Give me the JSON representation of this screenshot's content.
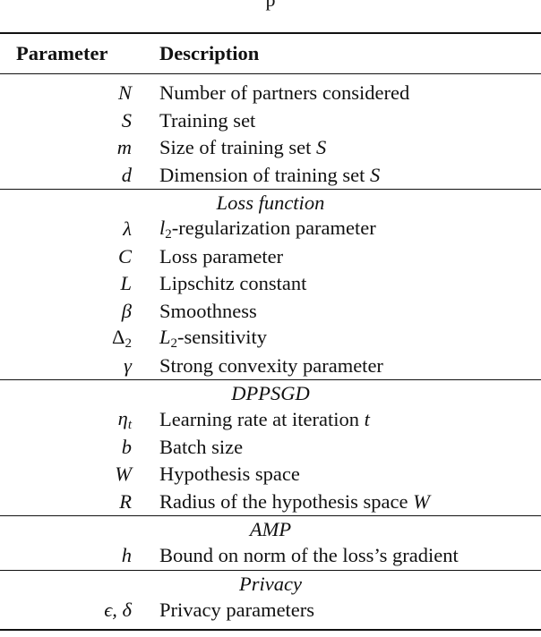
{
  "caption_tail": "p",
  "header": {
    "param_label": "Parameter",
    "desc_label": "Description"
  },
  "general": [
    {
      "symbol": "N",
      "description": "Number of partners considered"
    },
    {
      "symbol": "S",
      "description": "Training set"
    },
    {
      "symbol": "m",
      "description": "Size of training set ",
      "desc_math": "S"
    },
    {
      "symbol": "d",
      "description": "Dimension of training set ",
      "desc_math": "S"
    }
  ],
  "loss": {
    "title": "Loss function",
    "rows": [
      {
        "symbol": "λ",
        "description_pre": "l",
        "description_sub": "2",
        "description": "-regularization parameter"
      },
      {
        "symbol": "C",
        "description": "Loss parameter"
      },
      {
        "symbol": "L",
        "description": "Lipschitz constant"
      },
      {
        "symbol": "β",
        "description": "Smoothness"
      },
      {
        "symbol": "Δ",
        "symbol_sub": "2",
        "description_pre": "L",
        "description_sub": "2",
        "description": "-sensitivity"
      },
      {
        "symbol": "γ",
        "description": "Strong convexity parameter"
      }
    ]
  },
  "dppsgd": {
    "title": "DPPSGD",
    "rows": [
      {
        "symbol": "η",
        "symbol_sub": "t",
        "description": "Learning rate at iteration ",
        "desc_math": "t"
      },
      {
        "symbol": "b",
        "description": "Batch size"
      },
      {
        "symbol": "W",
        "description": "Hypothesis space"
      },
      {
        "symbol": "R",
        "description": "Radius of the hypothesis space ",
        "desc_math": "W"
      }
    ]
  },
  "amp": {
    "title": "AMP",
    "rows": [
      {
        "symbol": "h",
        "description": "Bound on norm of the loss’s gradient"
      }
    ]
  },
  "privacy": {
    "title": "Privacy",
    "rows": [
      {
        "symbol": "ϵ, δ",
        "description": "Privacy parameters"
      }
    ]
  }
}
